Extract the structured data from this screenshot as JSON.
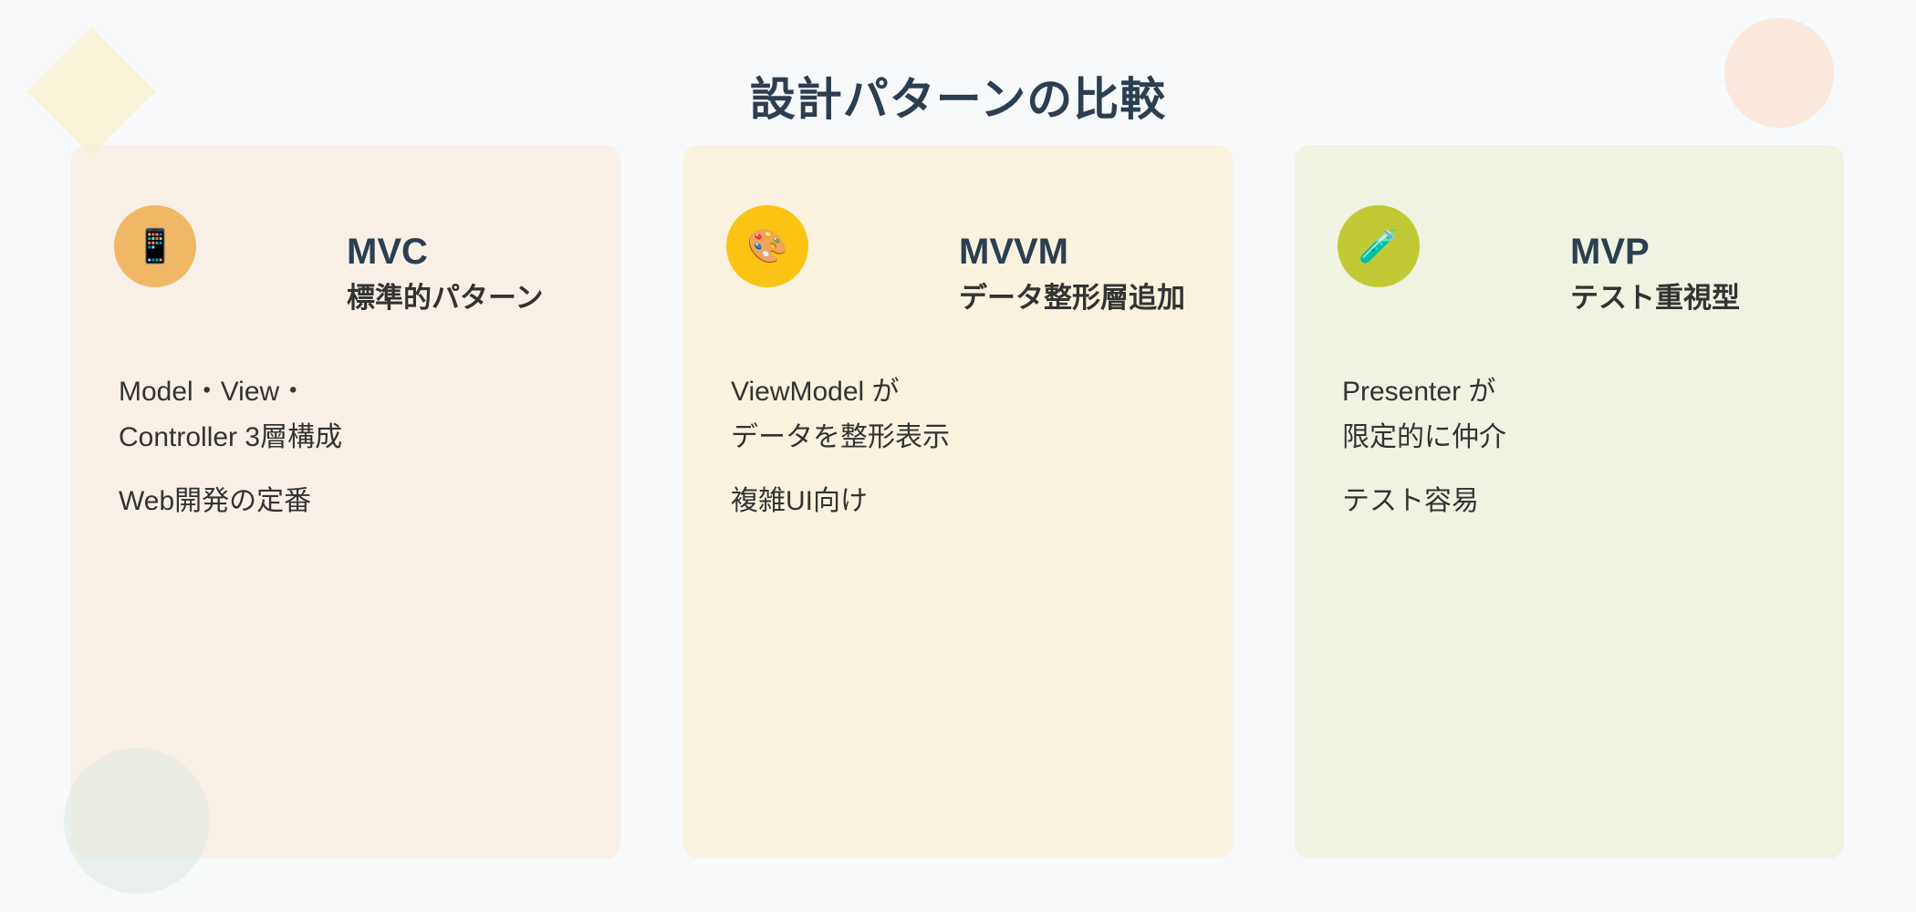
{
  "page": {
    "title": "設計パターンの比較"
  },
  "cards": [
    {
      "icon": "📱",
      "icon_name": "mobile-phone-icon",
      "icon_bg": "#f0b866",
      "card_bg": "#f8f0e6",
      "title": "MVC",
      "subtitle": "標準的パターン",
      "lines": [
        "Model・View・",
        "Controller 3層構成"
      ],
      "note": "Web開発の定番"
    },
    {
      "icon": "🎨",
      "icon_name": "artist-palette-icon",
      "icon_bg": "#fbc314",
      "card_bg": "#f8f2df",
      "title": "MVVM",
      "subtitle": "データ整形層追加",
      "lines": [
        "ViewModel が",
        "データを整形表示"
      ],
      "note": "複雑UI向け"
    },
    {
      "icon": "🧪",
      "icon_name": "test-tube-icon",
      "icon_bg": "#c1ca34",
      "card_bg": "#f0f3e2",
      "title": "MVP",
      "subtitle": "テスト重視型",
      "lines": [
        "Presenter が",
        "限定的に仲介"
      ],
      "note": "テスト容易"
    }
  ],
  "colors": {
    "background": "#f7f9fb",
    "title": "#2c3e50",
    "text": "#333333"
  }
}
